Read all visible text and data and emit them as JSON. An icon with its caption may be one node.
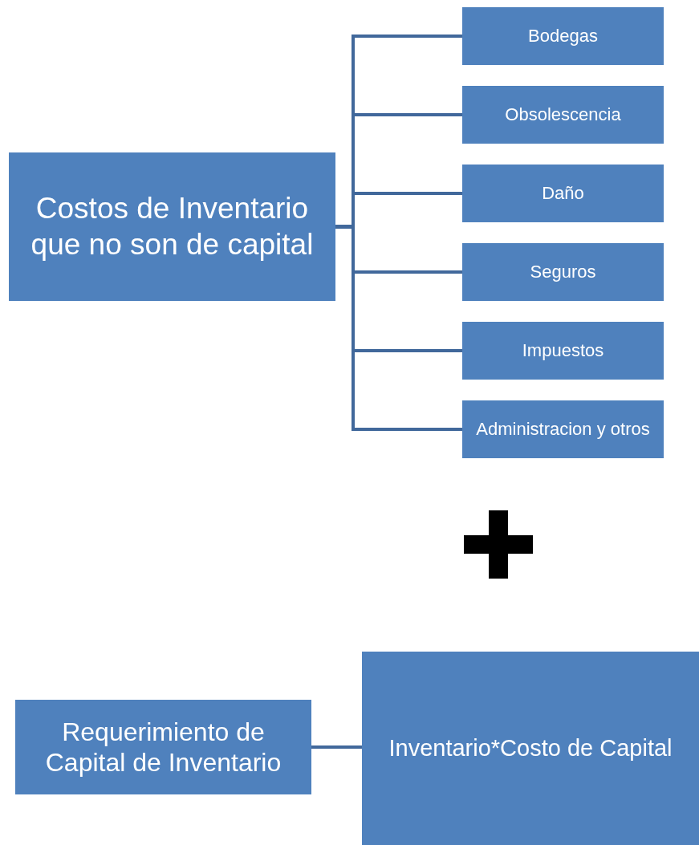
{
  "diagram": {
    "nodes": [
      {
        "text": [
          "Costos de Inventario que no son de capital"
        ]
      },
      {
        "text": [
          "Bodegas"
        ]
      },
      {
        "text": [
          "Obsolescencia"
        ]
      },
      {
        "text": [
          "Daño"
        ]
      },
      {
        "text": [
          "Seguros"
        ]
      },
      {
        "text": [
          "Impuestos"
        ]
      },
      {
        "text": [
          "Administracion y otros"
        ]
      },
      {
        "text": [
          "Requerimiento de Capital de Inventario"
        ]
      },
      {
        "text": [
          "Inventario*Costo de Capital"
        ]
      }
    ],
    "edges": [
      {
        "from": 0,
        "to": 1,
        "arrow": "none"
      },
      {
        "from": 0,
        "to": 2,
        "arrow": "none"
      },
      {
        "from": 0,
        "to": 3,
        "arrow": "none"
      },
      {
        "from": 0,
        "to": 4,
        "arrow": "none"
      },
      {
        "from": 0,
        "to": 5,
        "arrow": "none"
      },
      {
        "from": 0,
        "to": 6,
        "arrow": "none"
      },
      {
        "from": 7,
        "to": 8,
        "arrow": "none"
      }
    ]
  }
}
